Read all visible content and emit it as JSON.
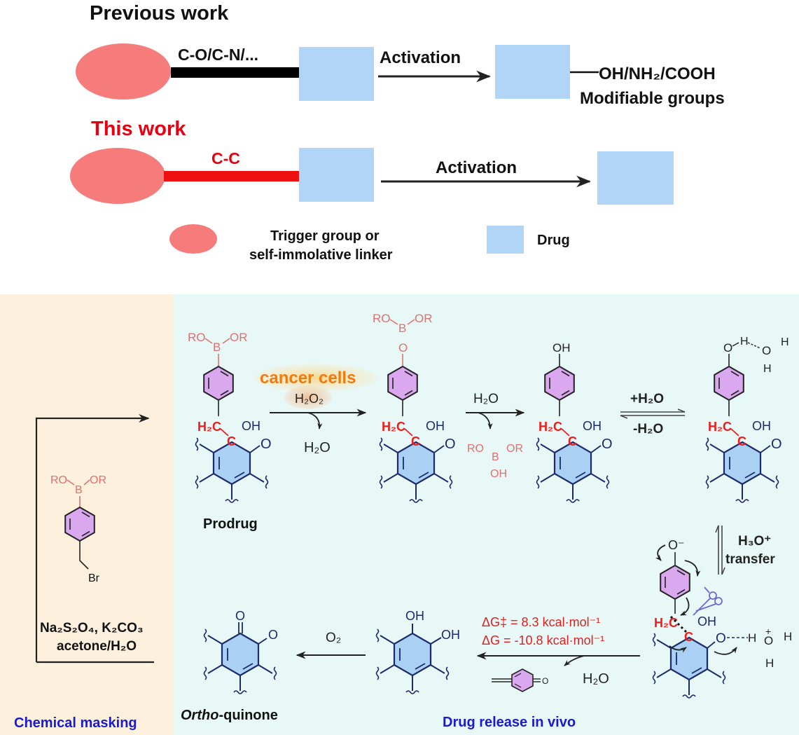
{
  "colors": {
    "trigger": "#f67c7c",
    "drug": "#b1d5f7",
    "black_linker": "#000000",
    "red_linker": "#ee1111",
    "this_work": "#e60012",
    "panel_left_bg": "#fdf1de",
    "panel_right_bg": "#e8f8f6",
    "boronate": "#e07070",
    "phenyl_fill": "#d9a8ee",
    "ring_fill": "#aad0f4",
    "ring_stroke": "#1a2a6c",
    "highlight_red": "#ee1c1c",
    "cancer_orange": "#f07a10",
    "cancer_glow": "#f8dfa4",
    "h2o2_glow": "#f2c9a2",
    "caption_blue": "#1a1ad0",
    "scissors": "#6a6ad0",
    "energy_red": "#e02020"
  },
  "top": {
    "previous_title": "Previous work",
    "previous_bond": "C-O/C-N/...",
    "activation": "Activation",
    "released_groups": "OH/NH₂/COOH",
    "modifiable": "Modifiable groups",
    "this_title": "This work",
    "this_bond": "C-C",
    "activation_2": "Activation"
  },
  "legend": {
    "trigger_line1": "Trigger group or",
    "trigger_line2": "self-immolative linker",
    "drug": "Drug"
  },
  "left_panel": {
    "reagent_top": "RO",
    "reagent_b": "B",
    "reagent_or": "OR",
    "br": "Br",
    "conditions_1": "Na₂S₂O₄, K₂CO₃",
    "conditions_2": "acetone/H₂O",
    "caption": "Chemical masking"
  },
  "scheme": {
    "ro": "RO",
    "b": "B",
    "or": "OR",
    "o": "O",
    "oh": "OH",
    "h2c": "H₂C",
    "c": "C",
    "prodrug": "Prodrug",
    "cancer_cells": "cancer cells",
    "h2o2": "H₂O₂",
    "h2o": "H₂O",
    "plus_h2o": "+H₂O",
    "minus_h2o": "-H₂O",
    "h3o_transfer_1": "H₃O⁺",
    "h3o_transfer_2": "transfer",
    "o_minus": "O⁻",
    "h": "H",
    "o_plus": "O",
    "plus": "+",
    "dG_act": "ΔG‡ = 8.3 kcal·mol⁻¹",
    "dG": "ΔG = -10.8 kcal·mol⁻¹",
    "o2": "O₂",
    "ortho_quinone_italic": "Ortho",
    "ortho_quinone_rest": "-quinone",
    "quinone_methide_o": "O",
    "caption": "Drug release in vivo"
  }
}
